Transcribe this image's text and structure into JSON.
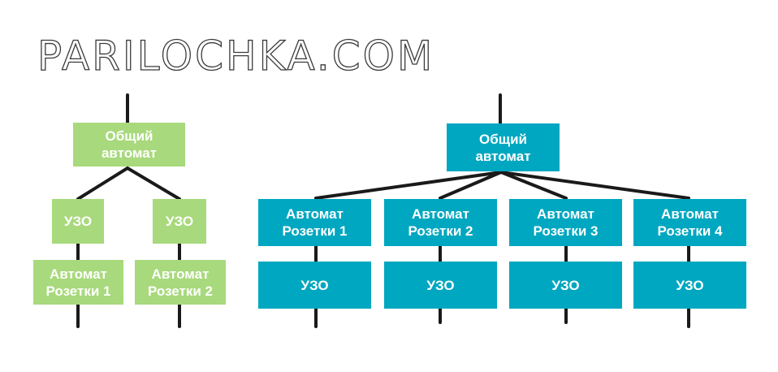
{
  "logo": "PARILOCHKA.COM",
  "colors": {
    "left_scheme": "#a8d97c",
    "right_scheme": "#00a7c0",
    "lines": "#1a1a1a"
  },
  "left": {
    "main": "Общий\nавтомат",
    "rcd": [
      "УЗО",
      "УЗО"
    ],
    "breakers": [
      "Автомат\nРозетки 1",
      "Автомат\nРозетки 2"
    ]
  },
  "right": {
    "main": "Общий\nавтомат",
    "breakers": [
      "Автомат\nРозетки 1",
      "Автомат\nРозетки 2",
      "Автомат\nРозетки 3",
      "Автомат\nРозетки 4"
    ],
    "rcd": [
      "УЗО",
      "УЗО",
      "УЗО",
      "УЗО"
    ]
  }
}
